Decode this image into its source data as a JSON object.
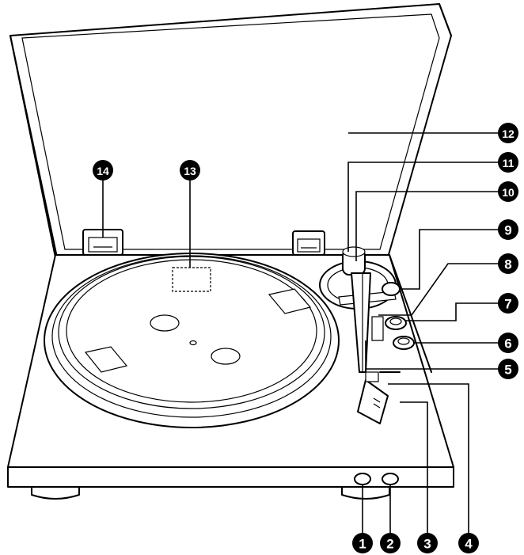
{
  "callouts": [
    {
      "id": "1",
      "label": "1"
    },
    {
      "id": "2",
      "label": "2"
    },
    {
      "id": "3",
      "label": "3"
    },
    {
      "id": "4",
      "label": "4"
    },
    {
      "id": "5",
      "label": "5"
    },
    {
      "id": "6",
      "label": "6"
    },
    {
      "id": "7",
      "label": "7"
    },
    {
      "id": "8",
      "label": "8"
    },
    {
      "id": "9",
      "label": "9"
    },
    {
      "id": "10",
      "label": "10"
    },
    {
      "id": "11",
      "label": "11"
    },
    {
      "id": "12",
      "label": "12"
    },
    {
      "id": "13",
      "label": "13"
    },
    {
      "id": "14",
      "label": "14"
    }
  ],
  "colors": {
    "stroke": "#000000",
    "fill": "#ffffff",
    "badge": "#000000",
    "badge_text": "#ffffff"
  }
}
